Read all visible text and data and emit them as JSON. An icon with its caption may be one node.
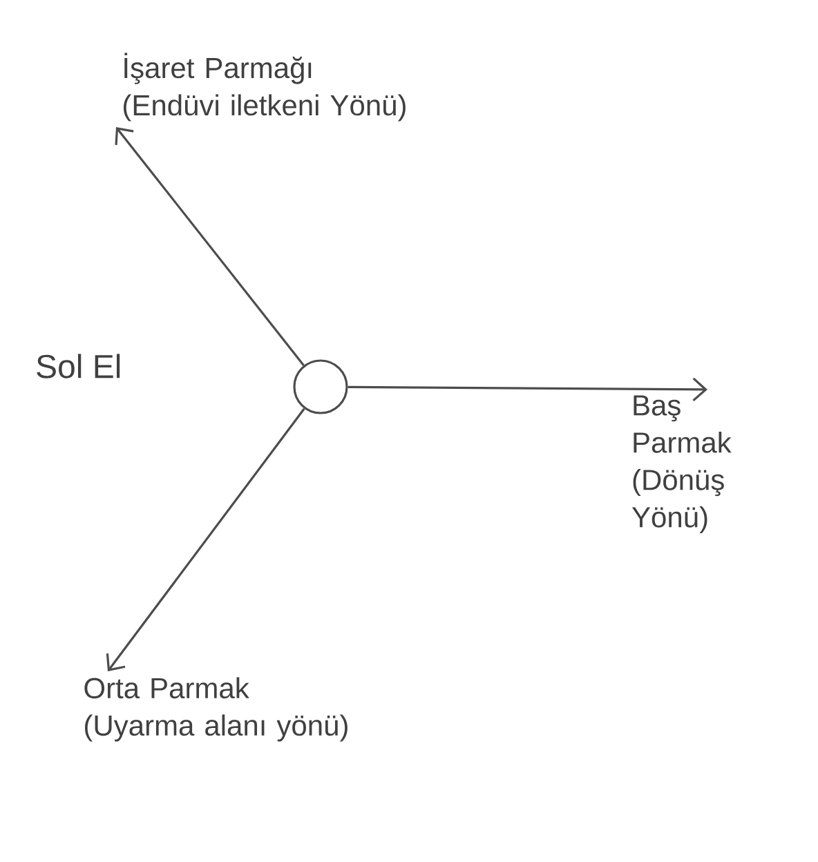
{
  "diagram": {
    "nodes": [
      {
        "text": [],
        "shape": "circle"
      },
      {
        "text": [
          "İşaret Parmağı",
          "(Endüvi iletkeni Yönü)"
        ]
      },
      {
        "text": [
          "Baş Parmak",
          "(Dönüş Yönü)"
        ]
      },
      {
        "text": [
          "Orta Parmak",
          "(Uyarma alanı yönü)"
        ]
      }
    ],
    "edges": [
      {
        "from": 0,
        "to": 1,
        "arrow": "to"
      },
      {
        "from": 0,
        "to": 2,
        "arrow": "to"
      },
      {
        "from": 0,
        "to": 3,
        "arrow": "to"
      }
    ],
    "labels": [
      "Sol El"
    ]
  }
}
